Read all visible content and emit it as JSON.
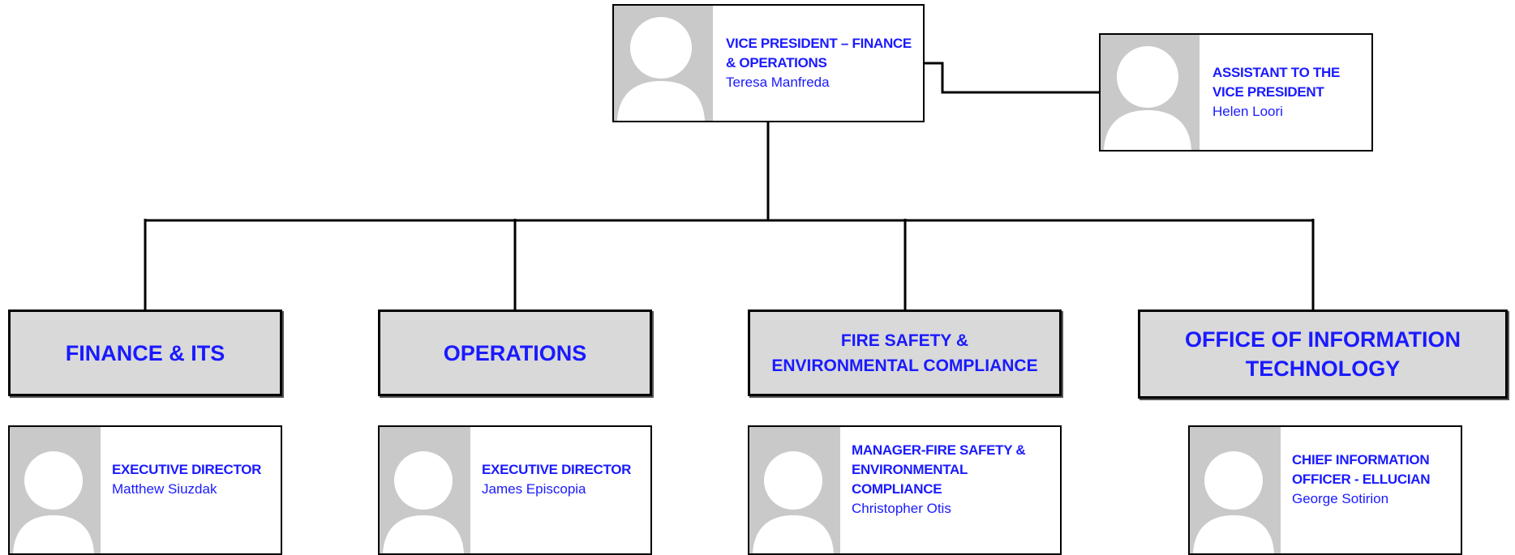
{
  "vp": {
    "title": "VICE PRESIDENT – FINANCE & OPERATIONS",
    "name": "Teresa Manfreda"
  },
  "assistant": {
    "title": "ASSISTANT TO THE VICE PRESIDENT",
    "name": "Helen Loori"
  },
  "departments": [
    {
      "label": "FINANCE & ITS"
    },
    {
      "label": "OPERATIONS"
    },
    {
      "label": "FIRE SAFETY & ENVIRONMENTAL COMPLIANCE"
    },
    {
      "label": "OFFICE OF INFORMATION TECHNOLOGY"
    }
  ],
  "heads": [
    {
      "title": "EXECUTIVE DIRECTOR",
      "name": "Matthew Siuzdak"
    },
    {
      "title": "EXECUTIVE DIRECTOR",
      "name": "James Episcopia"
    },
    {
      "title": "MANAGER-FIRE SAFETY & ENVIRONMENTAL COMPLIANCE",
      "name": "Christopher Otis"
    },
    {
      "title": "CHIEF INFORMATION OFFICER - ELLUCIAN",
      "name": "George Sotirion"
    }
  ],
  "colors": {
    "text": "#1a1aff",
    "dept_fill": "#d9d9d9",
    "avatar": "#c9c9c9"
  }
}
